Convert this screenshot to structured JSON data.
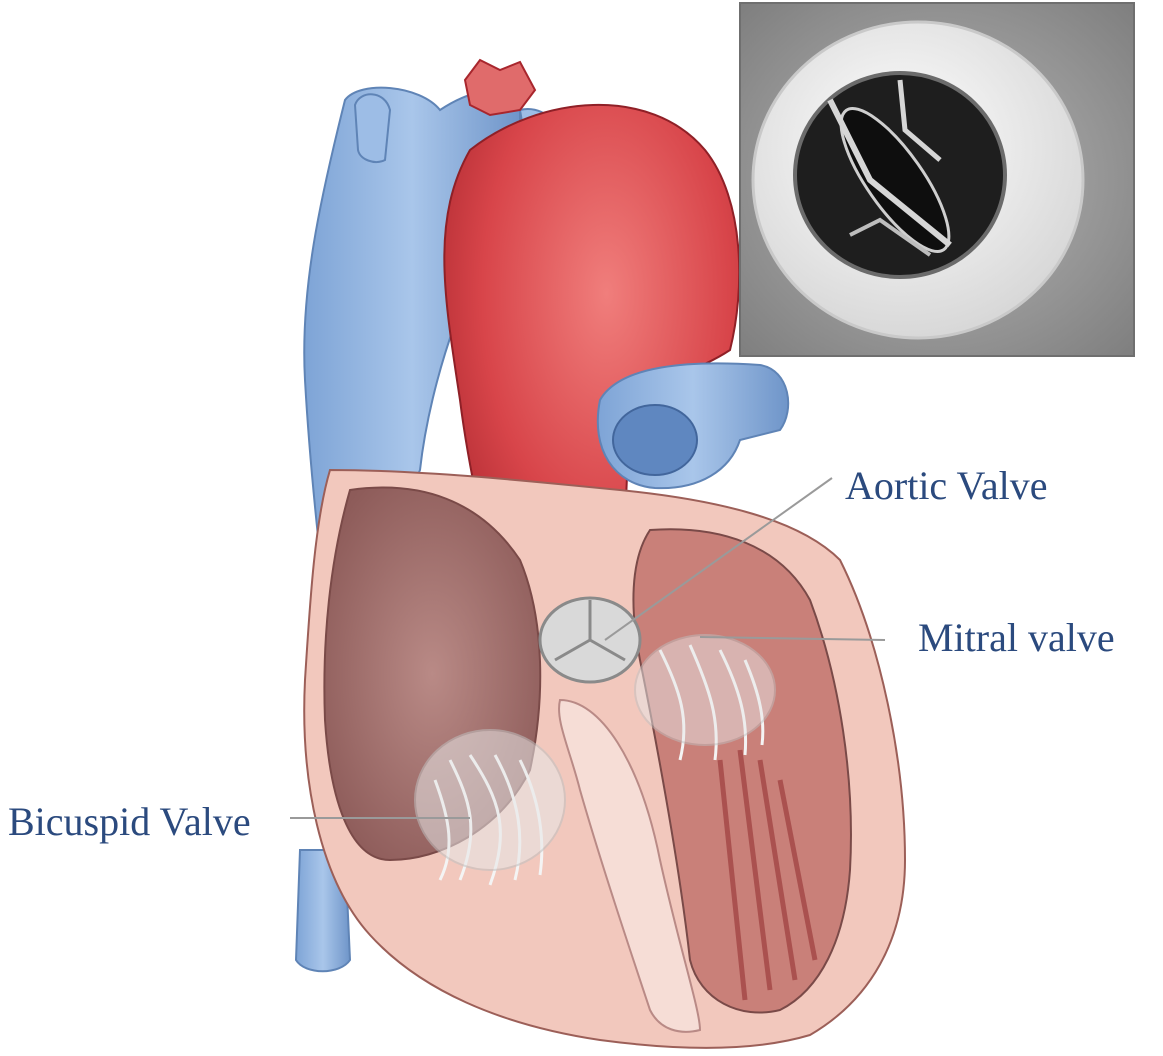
{
  "labels": {
    "aortic": "Aortic Valve",
    "mitral": "Mitral valve",
    "bicuspid": "Bicuspid Valve"
  },
  "colors": {
    "label_text": "#2b4a7e",
    "leader_line": "#9a9a9a",
    "vein_blue": "#8fb3de",
    "artery_red": "#d8454a",
    "myocardium_pink": "#f2c8bd",
    "chamber": "#a56f6c",
    "inset_bg": "#9a9a9a"
  }
}
